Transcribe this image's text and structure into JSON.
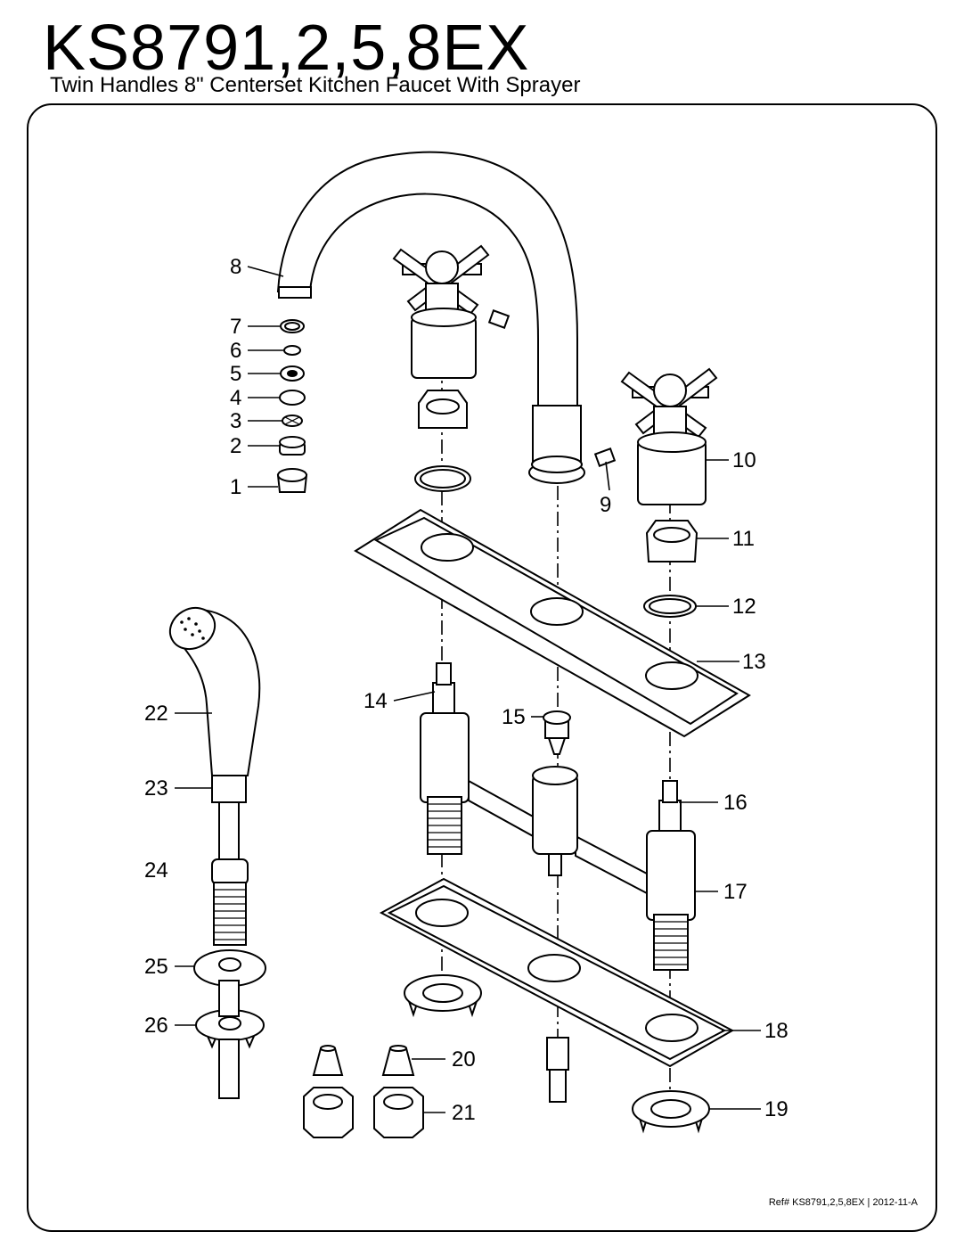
{
  "header": {
    "title": "KS8791,2,5,8EX",
    "subtitle": "Twin Handles 8\" Centerset Kitchen Faucet With Sprayer"
  },
  "footer": {
    "reference": "Ref# KS8791,2,5,8EX | 2012-11-A"
  },
  "callouts": [
    "1",
    "2",
    "3",
    "4",
    "5",
    "6",
    "7",
    "8",
    "9",
    "10",
    "11",
    "12",
    "13",
    "14",
    "15",
    "16",
    "17",
    "18",
    "19",
    "20",
    "21",
    "22",
    "23",
    "24",
    "25",
    "26"
  ]
}
